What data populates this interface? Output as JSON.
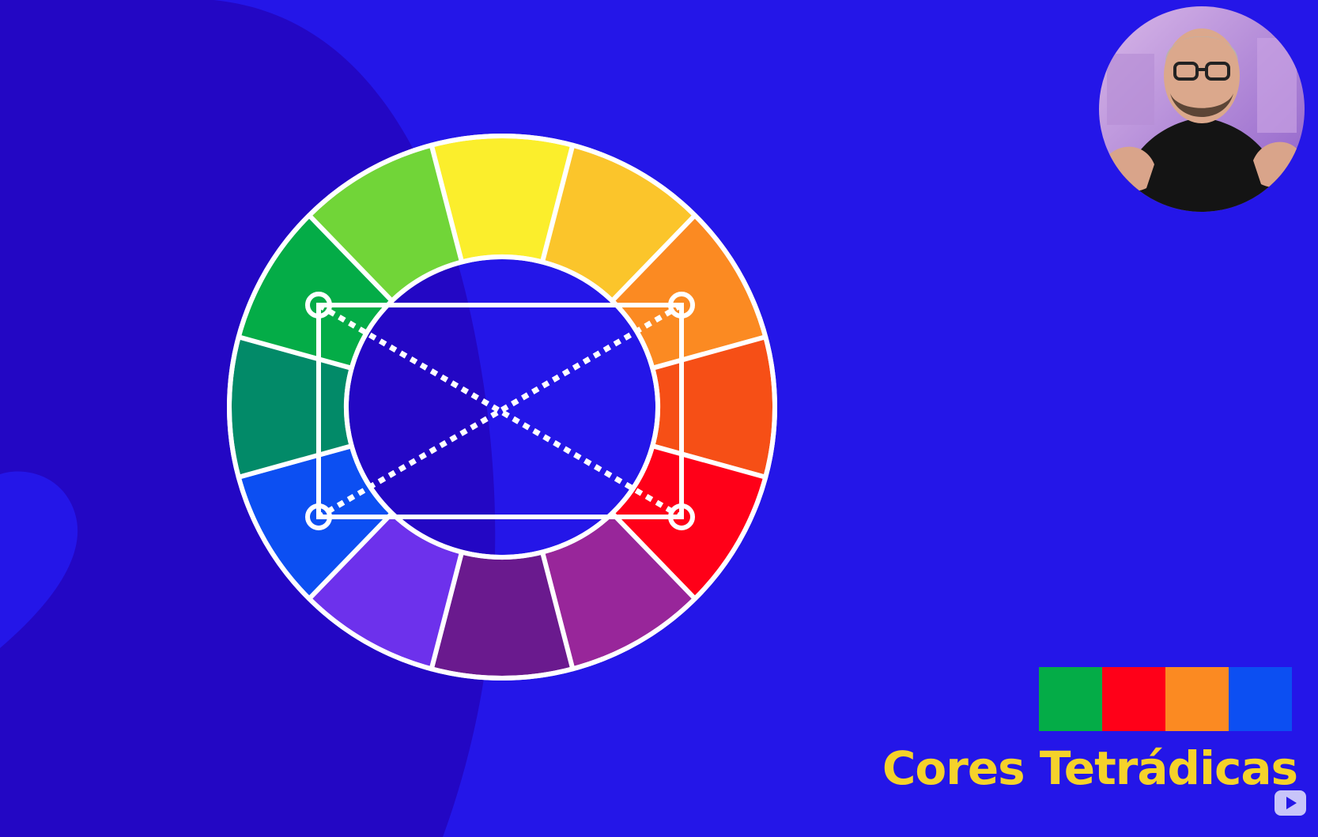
{
  "title": "Cores Tetrádicas",
  "background_color": "#2416e8",
  "wheel": {
    "segments": [
      {
        "name": "yellow",
        "color": "#fbee2c"
      },
      {
        "name": "yellow-orange",
        "color": "#fbc52b"
      },
      {
        "name": "orange",
        "color": "#fb8a22"
      },
      {
        "name": "red-orange",
        "color": "#f64f16"
      },
      {
        "name": "red",
        "color": "#ff0018"
      },
      {
        "name": "red-violet",
        "color": "#98269a"
      },
      {
        "name": "violet",
        "color": "#6a1a8e"
      },
      {
        "name": "blue-violet",
        "color": "#6d31ec"
      },
      {
        "name": "blue",
        "color": "#0c4ff2"
      },
      {
        "name": "blue-green",
        "color": "#028a68"
      },
      {
        "name": "green",
        "color": "#04ac47"
      },
      {
        "name": "yellow-green",
        "color": "#71d538"
      }
    ],
    "selected": [
      "green",
      "orange",
      "red",
      "blue"
    ]
  },
  "swatches": [
    {
      "name": "green",
      "color": "#04ac47"
    },
    {
      "name": "red",
      "color": "#ff0018"
    },
    {
      "name": "orange",
      "color": "#fb8a22"
    },
    {
      "name": "blue",
      "color": "#0c4ff2"
    }
  ],
  "icons": {
    "webcam": "presenter-webcam",
    "badge": "play-icon"
  }
}
